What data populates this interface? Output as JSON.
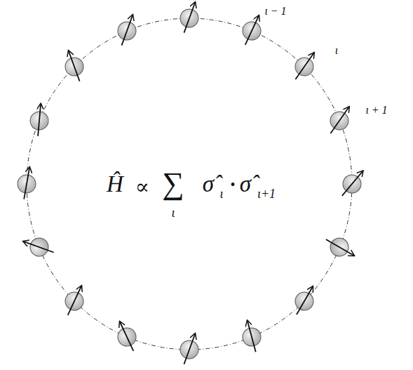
{
  "diagram": {
    "labels": [
      "ι − 1",
      "ι",
      "ι + 1",
      "Ĥ",
      "∝",
      "∑",
      "ι",
      "σ̂",
      "ι",
      "•",
      "σ̂",
      "ι+1"
    ]
  }
}
